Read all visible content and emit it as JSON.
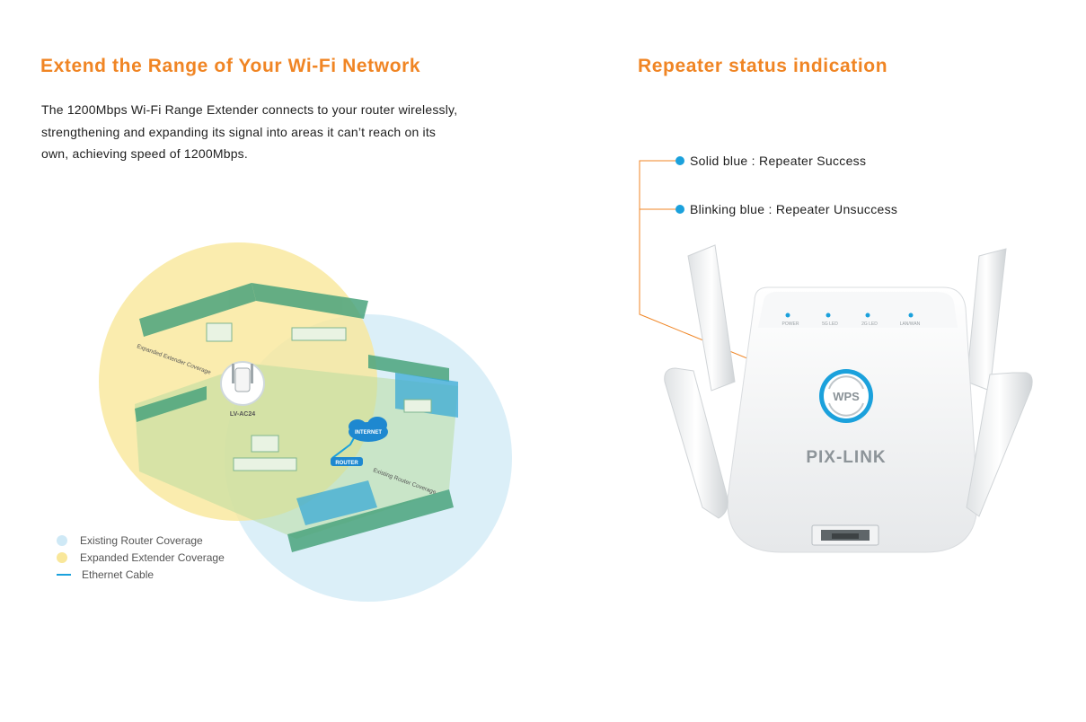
{
  "left": {
    "title": "Extend the Range of Your Wi-Fi Network",
    "description": [
      "The 1200Mbps Wi-Fi Range Extender connects to your router wirelessly,",
      " strengthening and expanding its signal into areas it can’t reach on its",
      " own, achieving speed of 1200Mbps."
    ],
    "diagram": {
      "extender_label": "LV-AC24",
      "internet_label": "INTERNET",
      "router_label": "ROUTER",
      "expanded_area_label": "Expanded Extender Coverage",
      "existing_area_label": "Existing Router Coverage"
    },
    "legend": [
      {
        "label": "Existing Router Coverage",
        "color": "#cfe9f6",
        "kind": "dot"
      },
      {
        "label": "Expanded Extender Coverage",
        "color": "#f9e79a",
        "kind": "dot"
      },
      {
        "label": "Ethernet Cable",
        "color": "#1ba1dc",
        "kind": "line"
      }
    ]
  },
  "right": {
    "title": "Repeater status indication",
    "statuses": [
      {
        "label": "Solid blue : Repeater  Success"
      },
      {
        "label": "Blinking blue : Repeater  Unsuccess"
      }
    ],
    "device": {
      "brand": "PIX-LINK",
      "wps_label": "WPS",
      "led_labels": [
        "POWER",
        "5G LED",
        "2G LED",
        "LAN/WAN"
      ]
    }
  },
  "colors": {
    "title": "#f08524",
    "led_dot": "#1ba1dc",
    "leader_line": "#f08524",
    "router_coverage": "#cfe9f6",
    "extender_coverage": "#f9e79a"
  }
}
